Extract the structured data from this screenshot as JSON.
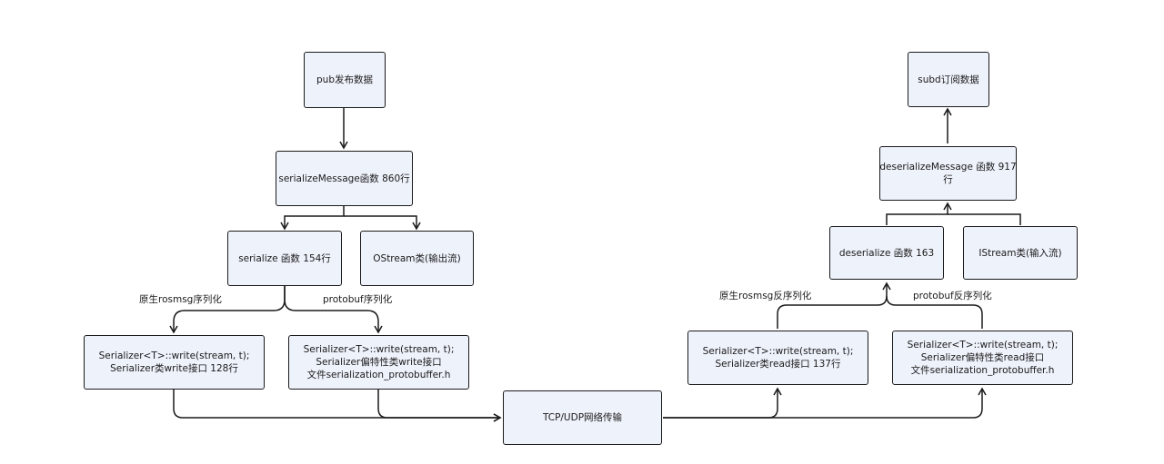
{
  "nodes": {
    "pub": [
      "pub发布数据"
    ],
    "serialize_message": [
      "serializeMessage函数 860行"
    ],
    "serialize_fn": [
      "serialize 函数 154行"
    ],
    "ostream": [
      "OStream类(输出流)"
    ],
    "ser_write_rosmsg": [
      "Serializer<T>::write(stream, t);",
      "Serializer类write接口 128行"
    ],
    "ser_write_protobuf": [
      "Serializer<T>::write(stream, t);",
      "Serializer偏特性类write接口",
      "文件serialization_protobuffer.h"
    ],
    "transport": [
      "TCP/UDP网络传输"
    ],
    "ser_read_rosmsg": [
      "Serializer<T>::write(stream, t);",
      "Serializer类read接口 137行"
    ],
    "ser_read_protobuf": [
      "Serializer<T>::write(stream, t);",
      "Serializer偏特性类read接口",
      "文件serialization_protobuffer.h"
    ],
    "deserialize_fn": [
      "deserialize 函数 163"
    ],
    "istream": [
      "IStream类(输入流)"
    ],
    "deserialize_message": [
      "deserializeMessage 函数 917",
      "行"
    ],
    "sub": [
      "subd订阅数据"
    ]
  },
  "edge_labels": {
    "ser_rosmsg": "原生rosmsg序列化",
    "ser_protobuf": "protobuf序列化",
    "deser_rosmsg": "原生rosmsg反序列化",
    "deser_protobuf": "protobuf反序列化"
  }
}
